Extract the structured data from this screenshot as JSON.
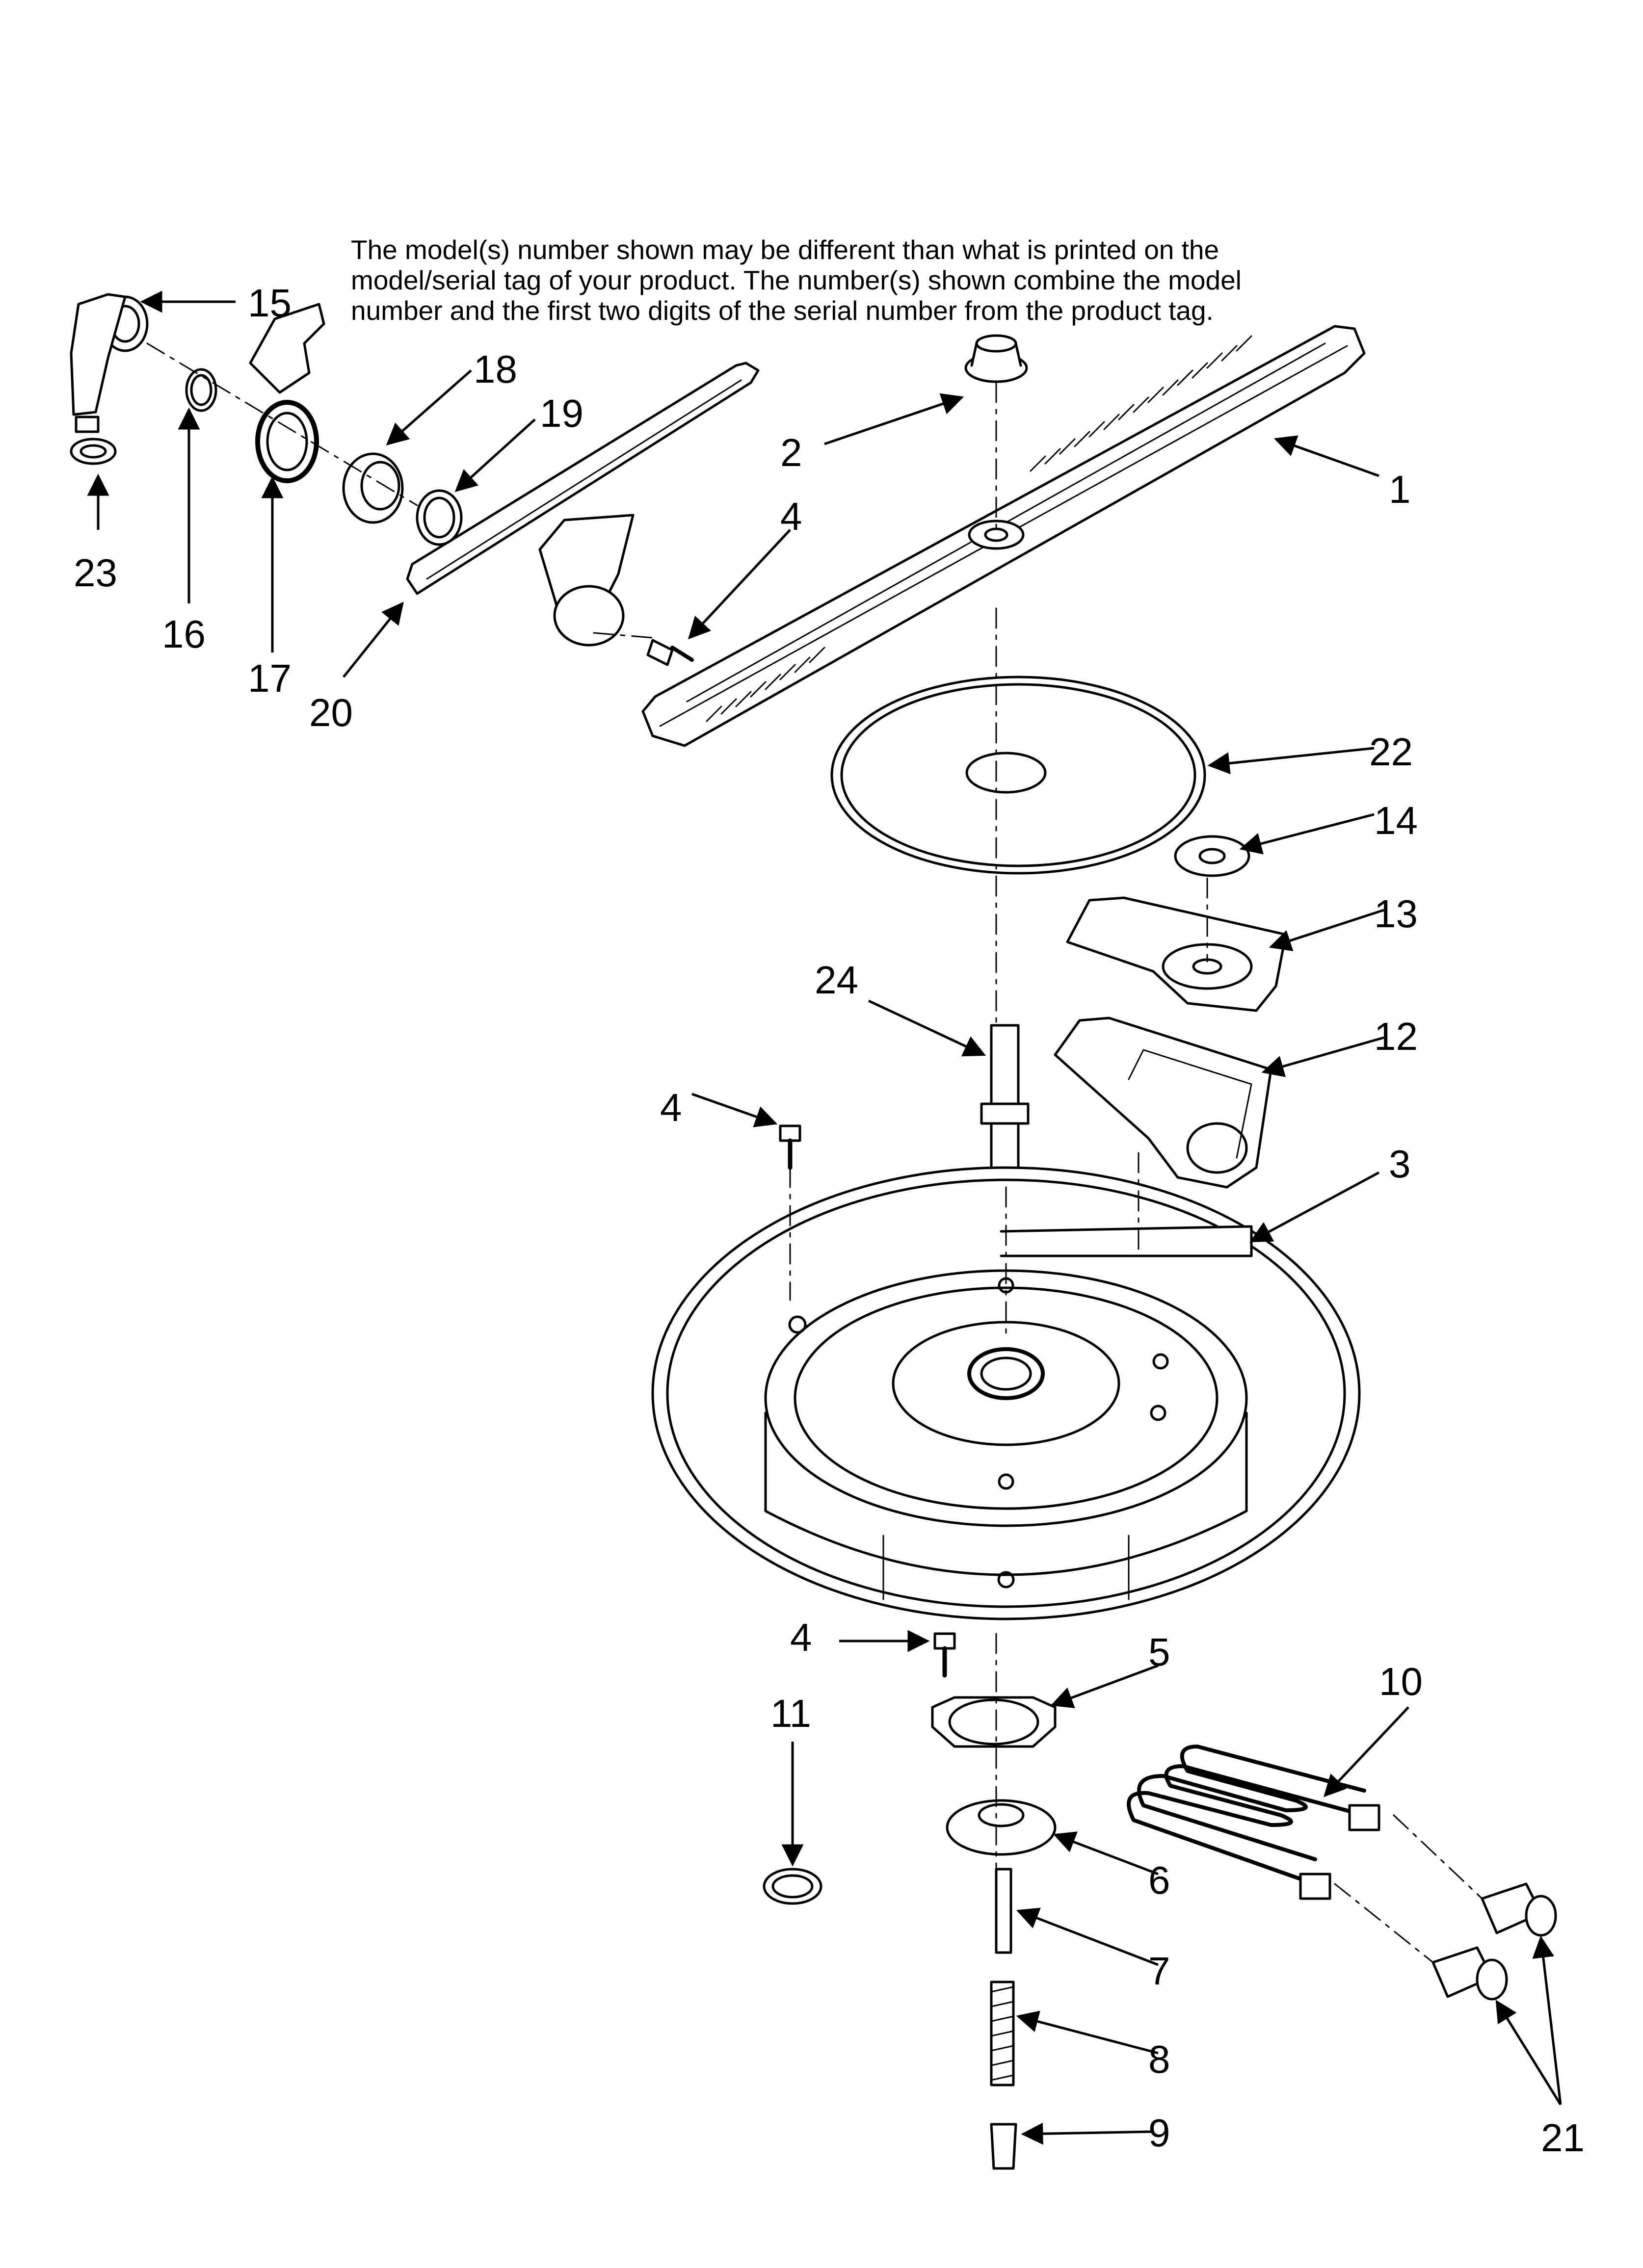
{
  "note": {
    "lines": [
      "The model(s) number shown may be different than what is printed on the",
      "model/serial tag of your product. The number(s) shown combine the model",
      "number and the first two digits of the serial number from the product tag."
    ]
  },
  "callouts": {
    "c1": "1",
    "c2": "2",
    "c3": "3",
    "c4a": "4",
    "c4b": "4",
    "c4c": "4",
    "c5": "5",
    "c6": "6",
    "c7": "7",
    "c8": "8",
    "c9": "9",
    "c10": "10",
    "c11": "11",
    "c12": "12",
    "c13": "13",
    "c14": "14",
    "c15": "15",
    "c16": "16",
    "c17": "17",
    "c18": "18",
    "c19": "19",
    "c20": "20",
    "c21": "21",
    "c22": "22",
    "c23": "23",
    "c24": "24"
  }
}
